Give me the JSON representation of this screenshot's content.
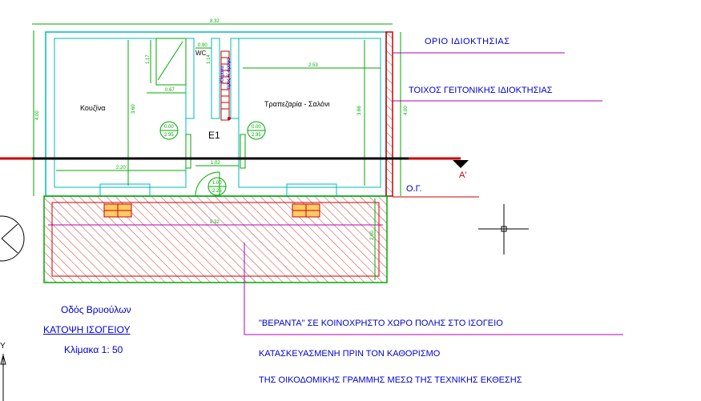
{
  "labels": {
    "property_limit": "ΟΡΙΟ  ΙΔΙΟΚΤΗΣΙΑΣ",
    "neighbor_wall": "ΤΟΙΧΟΣ ΓΕΙΤΟΝΙΚΗΣ ΙΔΙΟΚΤΗΣΙΑΣ",
    "building_line": "Ο.Γ.",
    "section_mark": "Α'",
    "kitchen": "Κουζίνα",
    "dining_living": "Τραπεζαρία - Σαλόνι",
    "entrance": "Ε1",
    "wc": "WC",
    "stairs": "Κλίμακα\nπρος Α' όροφο",
    "street": "Οδός  Βρυούλων",
    "plan_title": "ΚΑΤΟΨΗ  ΙΣΟΓΕΙΟΥ",
    "scale": "Κλίμακα   1: 50",
    "note_line1": "\"ΒΕΡΑΝΤΑ\"  ΣΕ ΚΟΙΝΟΧΡΗΣΤΟ ΧΩΡΟ ΠΟΛΗΣ ΣΤΟ ΙΣΟΓΕΙΟ",
    "note_line2": "ΚΑΤΑΣΚΕΥΑΣΜΕΝΗ ΠΡΙΝ ΤΟΝ ΚΑΘΟΡΙΣΜΟ",
    "note_line3": "ΤΗΣ ΟΙΚΟΔΟΜΙΚΗΣ ΓΡΑΜΜΗΣ ΜΕΣΩ ΤΗΣ ΤΕΧΝΙΚΗΣ  ΕΚΘΕΣΗΣ",
    "axis_y": "Y"
  },
  "dimensions": {
    "total_width": "8.32",
    "height_left": "4.00",
    "height_right": "4.00",
    "kitchen_depth": "3.60",
    "dining_depth": "3.66",
    "dining_width": "2.53",
    "kitchen_width": "2.20",
    "wc_top": "0.90",
    "wc_side": "1.17",
    "stair_side": "1.14",
    "kitchen_small": "0.67",
    "passage": "1.02",
    "veranda_width": "8.32",
    "veranda_depth": "2.00"
  },
  "level_marks": {
    "left": {
      "top": "0.00",
      "bottom": "2.95"
    },
    "right": {
      "top": "0.00",
      "bottom": "2.95"
    },
    "entry": {
      "top": "1.00",
      "bottom": "2.25"
    }
  },
  "colors": {
    "wall": "#00b8b8",
    "dimension": "#00aa00",
    "hatch": "#cc0000",
    "leader": "#b000b0",
    "text_blue": "#0000cc",
    "axis": "#000000"
  }
}
